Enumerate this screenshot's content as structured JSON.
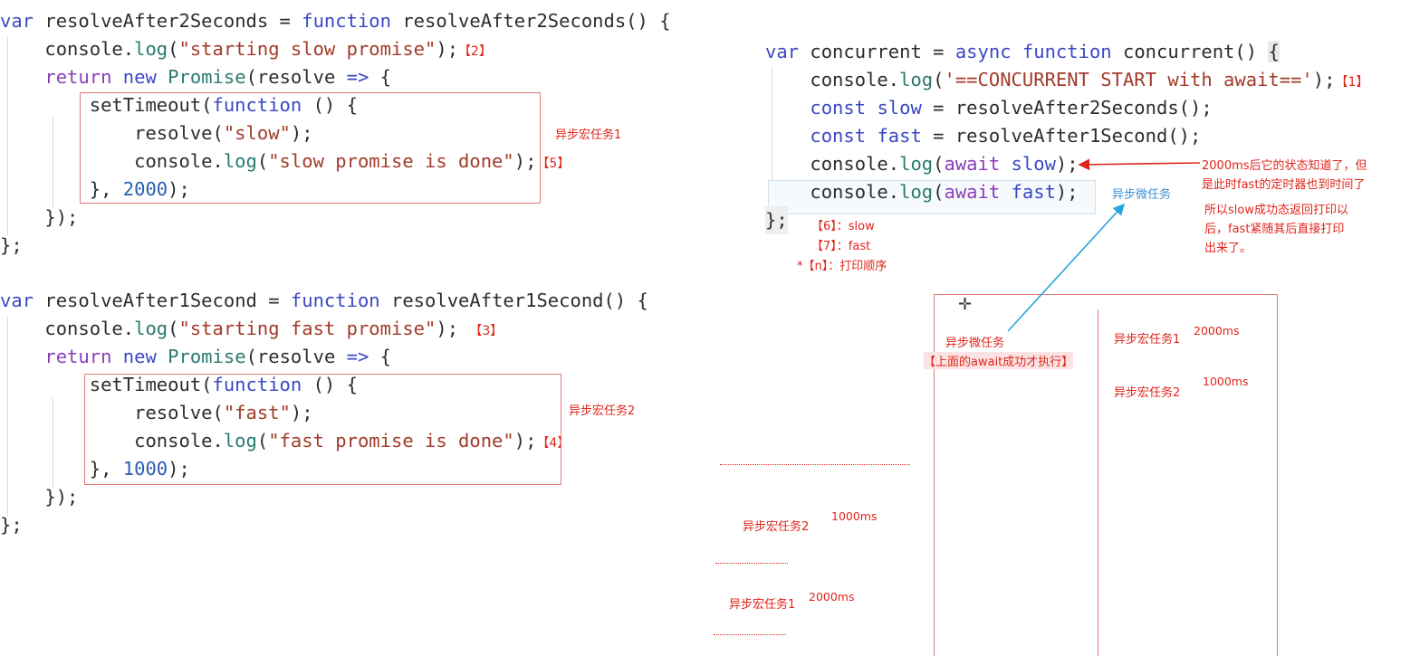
{
  "left_code": {
    "block1": [
      "var resolveAfter2Seconds = function resolveAfter2Seconds() {",
      "    console.log(\"starting slow promise\");",
      "    return new Promise(resolve => {",
      "        setTimeout(function () {",
      "            resolve(\"slow\");",
      "            console.log(\"slow promise is done\");",
      "        }, 2000);",
      "    });",
      "};"
    ],
    "block2": [
      "var resolveAfter1Second = function resolveAfter1Second() {",
      "    console.log(\"starting fast promise\");",
      "    return new Promise(resolve => {",
      "        setTimeout(function () {",
      "            resolve(\"fast\");",
      "            console.log(\"fast promise is done\");",
      "        }, 1000);",
      "    });",
      "};"
    ]
  },
  "right_code": [
    "var concurrent = async function concurrent() {",
    "    console.log('==CONCURRENT START with await==');",
    "    const slow = resolveAfter2Seconds();",
    "    const fast = resolveAfter1Second();",
    "    console.log(await slow);",
    "    console.log(await fast);",
    "};"
  ],
  "markers": {
    "m1": "【1】",
    "m2": "【2】",
    "m3": "【3】",
    "m4": "【4】",
    "m5": "【5】"
  },
  "annotations": {
    "macro1": "异步宏任务1",
    "macro2": "异步宏任务2",
    "micro_inline": "异步微任务",
    "legend6": "【6】：slow",
    "legend7": "【7】：fast",
    "legendn": "*【n】：打印顺序",
    "note_arrow_line1": "2000ms后它的状态知道了，但",
    "note_arrow_line2": "是此时fast的定时器也到时间了",
    "note_below_line1": "所以slow成功态返回打印以",
    "note_below_line2": "后，fast紧随其后直接打印",
    "note_below_line3": "出来了。"
  },
  "queue_diagram": {
    "micro_label": "异步微任务",
    "micro_sub": "【上面的await成功才执行】",
    "macro_items": [
      {
        "label": "异步宏任务1",
        "time": "2000ms"
      },
      {
        "label": "异步宏任务2",
        "time": "1000ms"
      }
    ],
    "timeline_items": [
      {
        "label": "异步宏任务2",
        "time": "1000ms"
      },
      {
        "label": "异步宏任务1",
        "time": "2000ms"
      }
    ]
  },
  "colors": {
    "annotation": "#e0251b",
    "box_border": "#e07a7a",
    "arrow_blue": "#22a7e0",
    "keyword": "#3b48c4"
  }
}
